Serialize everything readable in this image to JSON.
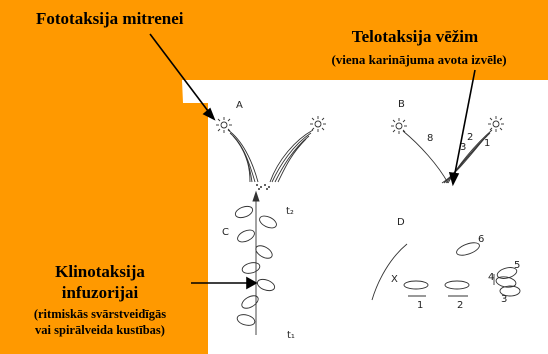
{
  "labels": {
    "fototaksija": "Fototaksija mitrenei",
    "telotaksija": "Telotaksija vēžim",
    "telotaksija_note": "(viena karinājuma avota izvēle)",
    "klinotaksija_line1": "Klinotaksija",
    "klinotaksija_line2": "infuzorijai",
    "klinotaksija_note1": "(ritmiskās svārstveidīgās",
    "klinotaksija_note2": "vai spirālveida kustības)"
  },
  "panels": {
    "a": "A",
    "b": "B",
    "c": "C",
    "d": "D",
    "t2": "t₂",
    "t1": "t₁",
    "x": "X",
    "b_nums": [
      "8",
      "3",
      "2",
      "1"
    ],
    "d_nums": [
      "1",
      "2",
      "3",
      "4",
      "5",
      "6"
    ]
  },
  "colors": {
    "background": "#ff9900",
    "panel": "#ffffff",
    "ink": "#000000"
  }
}
